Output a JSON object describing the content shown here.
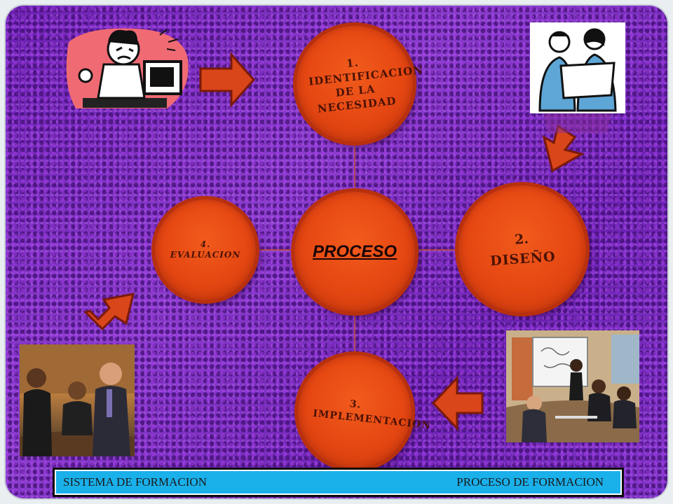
{
  "diagram": {
    "center": {
      "label": "PROCESO"
    },
    "steps": [
      {
        "number": "1.",
        "label": "IDENTIFICACION DE LA NECESIDAD"
      },
      {
        "number": "2.",
        "label": "DISEÑO"
      },
      {
        "number": "3.",
        "label": "IMPLEMENTACION"
      },
      {
        "number": "4.",
        "label": "EVALUACION"
      }
    ]
  },
  "footer": {
    "left": "SISTEMA DE FORMACION",
    "right": "PROCESO DE FORMACION"
  },
  "colors": {
    "circle": "#e54712",
    "arrow": "#d9461a",
    "background": "#6c22b3",
    "footer": "#1ab0ea"
  }
}
